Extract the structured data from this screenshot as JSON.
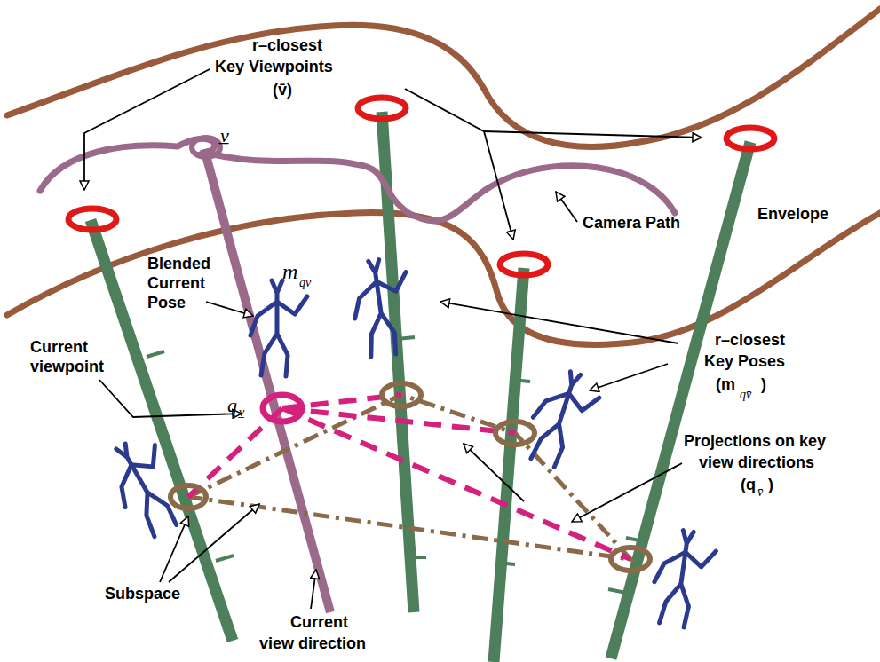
{
  "diagram": {
    "labels": [
      "r–closest",
      "Key Viewpoints",
      "(v̄)",
      "v̲",
      "Camera Path",
      "Envelope",
      "m",
      "qv̲",
      "Blended Current Pose",
      "Current viewpoint",
      "q",
      "v̲",
      "r–closest",
      "Key Poses",
      "(m",
      "qv̄",
      ")",
      "Projections on key",
      "view directions",
      "(q",
      "v̄",
      ")",
      "Subspace",
      "Current",
      "view direction"
    ]
  }
}
